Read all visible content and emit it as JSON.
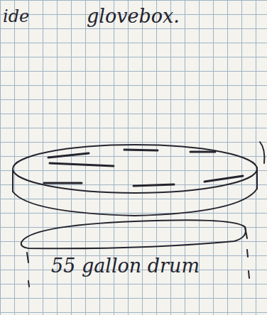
{
  "diagram": {
    "labels": [
      "ide",
      "glovebox.",
      "55 gallon drum"
    ]
  }
}
